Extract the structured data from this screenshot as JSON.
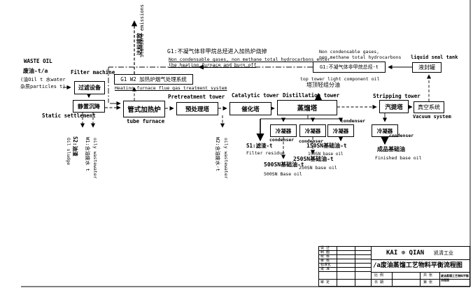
{
  "diagram": {
    "input": {
      "l1": "WASTE OIL",
      "l2": "废油-t/a",
      "l3": "(油Oil t 水water",
      "l4": "杂质particles t)"
    },
    "nodes": {
      "filter": {
        "cn": "过滤设备",
        "en": "Filter machine"
      },
      "settle": {
        "cn": "静置沉降",
        "en": "Static settlement"
      },
      "furnace": {
        "cn": "管式加热炉",
        "en": "tube furnace"
      },
      "flue": {
        "cn": "G1 W2 加热炉烟气处理系统",
        "en": "Heating furnace flue gas treatment system"
      },
      "pretreat": {
        "cn": "预处理塔",
        "en": "Pretreatment tower"
      },
      "catalytic": {
        "cn": "催化塔",
        "en": "Catalytic tower"
      },
      "distill": {
        "cn": "蒸馏塔",
        "en": "Distillation tower"
      },
      "strip": {
        "cn": "汽提塔",
        "en": "Stripping tower"
      },
      "vacuum": {
        "cn": "真空系统",
        "en": "Vacuum system"
      },
      "seal": {
        "cn": "液封罐",
        "en": "liquid seal tank"
      },
      "g1": {
        "cn": "G1:不凝气体非甲烷总烃-t",
        "en1": "Non condensable gases,",
        "en2": "non methane total hydrocarbons"
      },
      "condenser": {
        "cn": "冷凝器",
        "en": "condenser"
      }
    },
    "streams": {
      "emission": {
        "cn": "达标排放",
        "en": "Standard emissions"
      },
      "s2": {
        "cn": "S2:油渣",
        "en": "Oil sludge"
      },
      "w1": {
        "cn": "W1:含油废水 t",
        "en": "oily wastewater"
      },
      "w2": {
        "cn": "W2:含油废水-t",
        "en": "oily wastewater"
      },
      "s1": {
        "cn": "S1:滤渣-t",
        "en": "Filter residue"
      },
      "top": {
        "cn": "塔顶轻组分油",
        "en": "top tower light component oil"
      },
      "burn": {
        "cn": "G1:不凝气体非甲烷总烃进入加热炉烧掉",
        "en1": "Non condensable gases, non methane total hydrocarbons enter",
        "en2": "the heating furnace and burn off"
      },
      "p500": {
        "cn": "500SN基础油-t",
        "en": "500SN Base oil"
      },
      "p250": {
        "cn": "250SN基础油-t",
        "en": "250SN base oil"
      },
      "p150": {
        "cn": "150SN基础油-t",
        "en": "150SN base oil"
      },
      "final": {
        "cn": "成品基础油",
        "en": "Finished base oil"
      }
    },
    "titleblock": {
      "company": {
        "en1": "KAI",
        "en2": "QIAN",
        "cn": "凯清工业"
      },
      "logo_icon": "⊕",
      "title": "/a废油蒸馏工艺物料平衡流程图",
      "rows": [
        "设 计",
        "制 图",
        "校 核",
        "审 核",
        "标准化",
        "批 准"
      ],
      "row7": "审 定",
      "scale_label": "比 例",
      "date_label": "日 期",
      "sheets_label": "共 张",
      "page_label": "第 张",
      "doc_text": "废油蒸馏工艺物料平衡流程图"
    }
  }
}
